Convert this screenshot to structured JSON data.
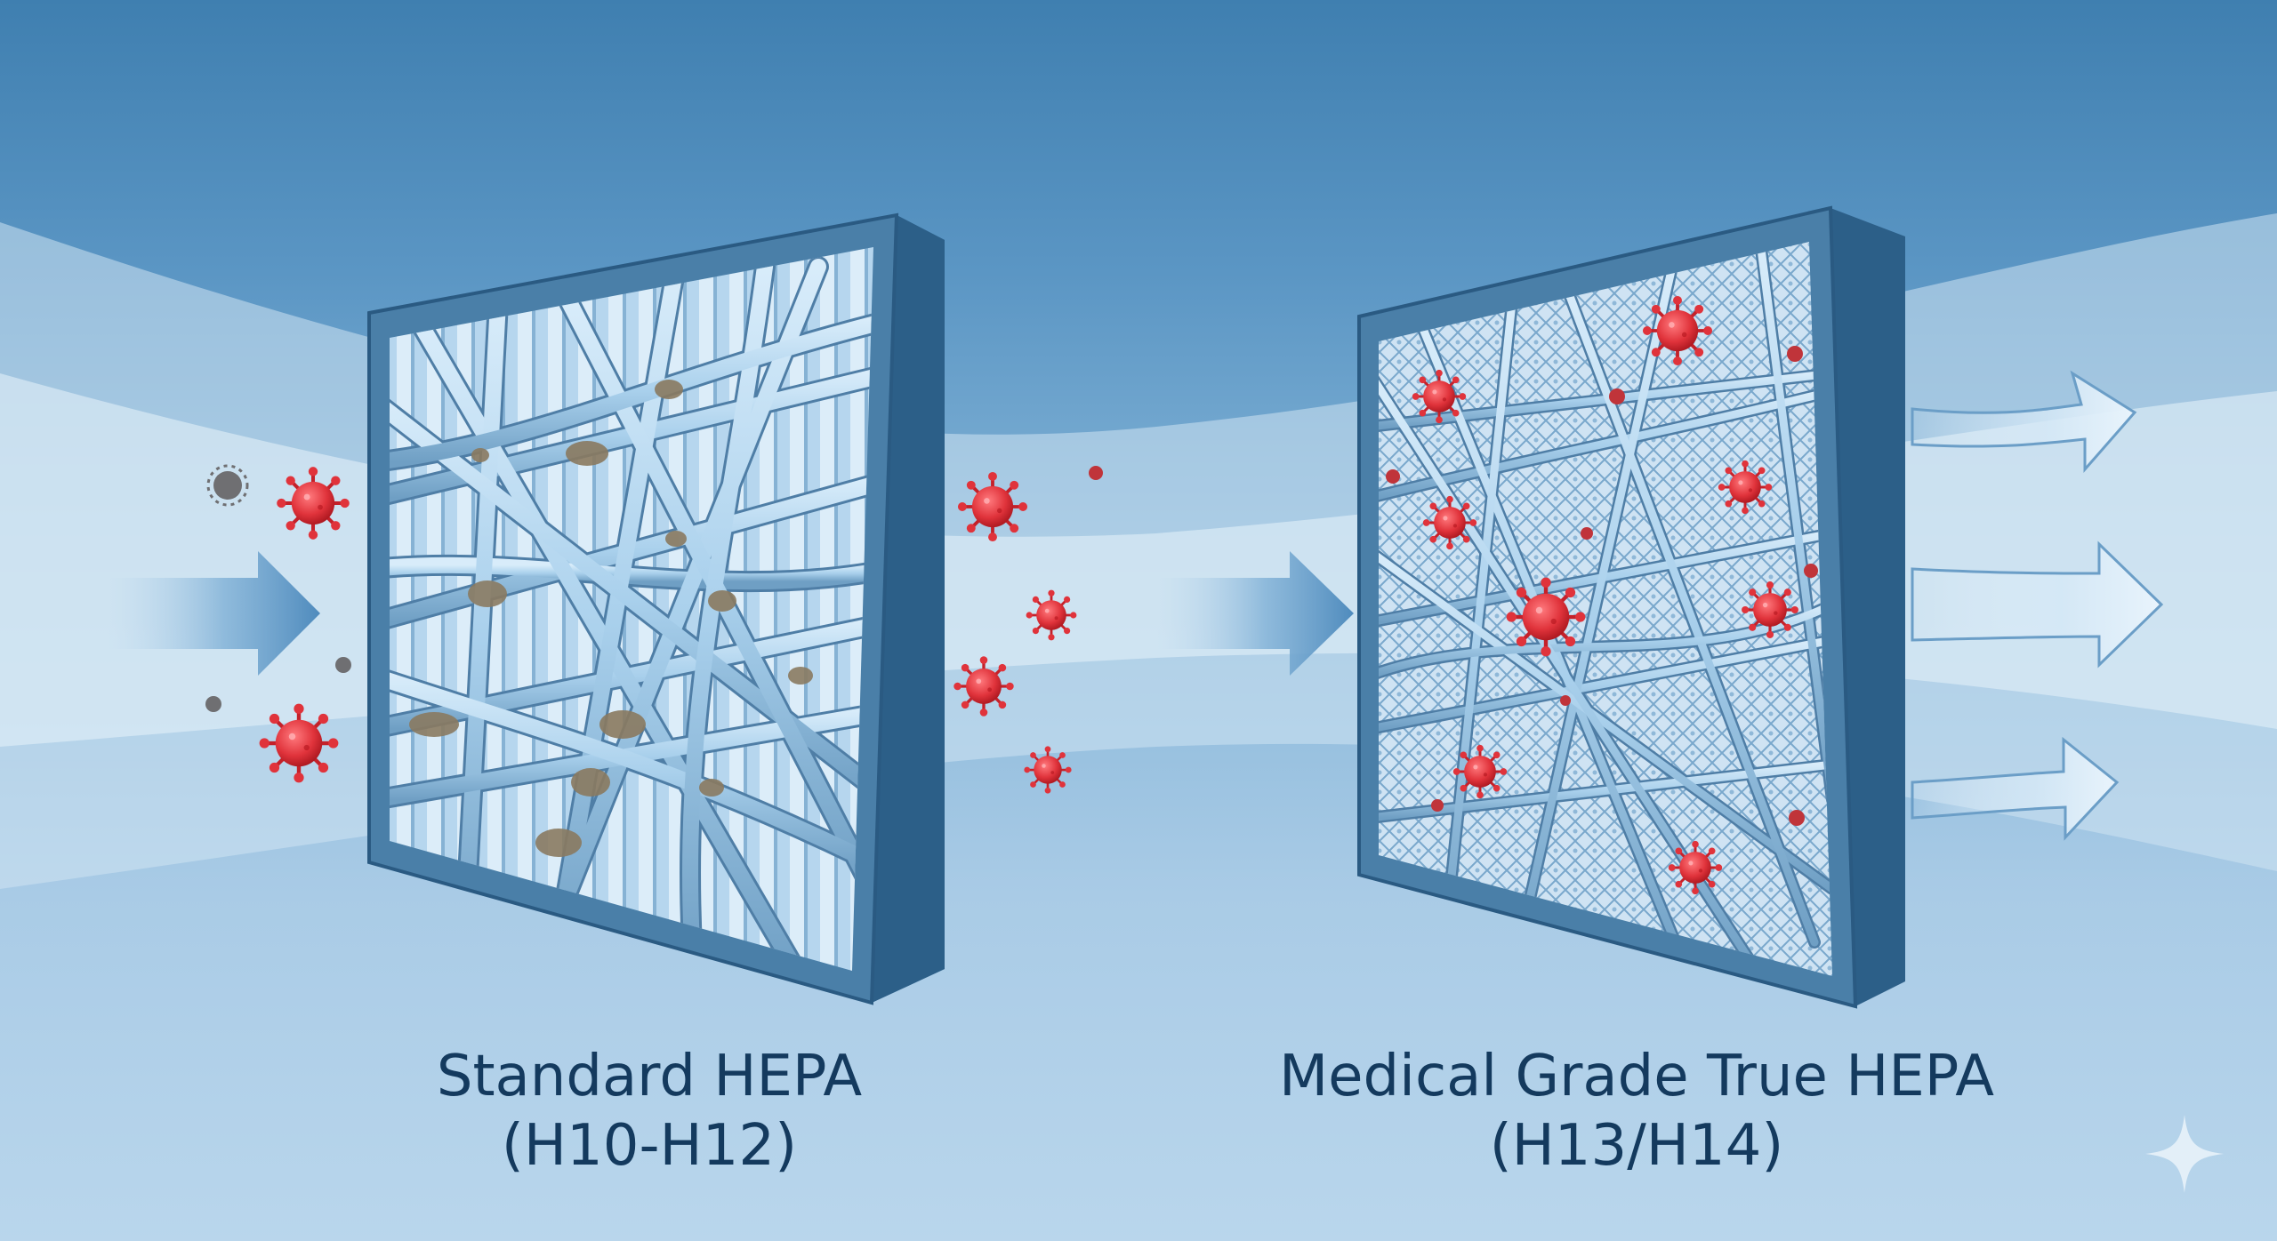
{
  "filters": [
    {
      "name": "Standard HEPA",
      "grade": "(H10-H12)",
      "trapped_particle": "dust",
      "passing_particle": "virus"
    },
    {
      "name": "Medical Grade True HEPA",
      "grade": "(H13/H14)",
      "trapped_particle": "virus",
      "passing_particle": "none"
    }
  ],
  "colors": {
    "background_top": "#3f7fb0",
    "background_bottom": "#b9d6ec",
    "frame": "#4a7fa8",
    "fiber": "#9dc6e6",
    "virus": "#e0333b",
    "dust": "#8a7a60",
    "text": "#143a5e"
  },
  "icons": [
    "virus-icon",
    "dust-particle-icon",
    "airflow-arrow-icon",
    "sparkle-icon"
  ]
}
